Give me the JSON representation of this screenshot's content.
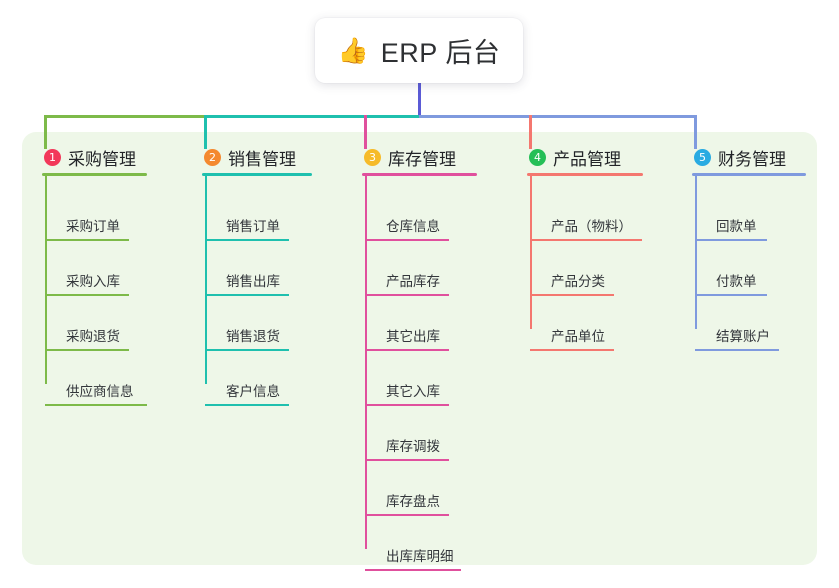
{
  "root": {
    "icon": "thumbs-up-icon",
    "icon_glyph": "👍",
    "title": "ERP 后台"
  },
  "theme": {
    "page_background": "#ffffff",
    "panel_background": "#eef7e8",
    "root_connector_color": "#5b5bd6",
    "text_color": "#33363b"
  },
  "columns": [
    {
      "number": "1",
      "title": "采购管理",
      "badge_color": "#f2385a",
      "line_color": "#7dba49",
      "items": [
        {
          "label": "采购订单",
          "rule_width": 84
        },
        {
          "label": "采购入库",
          "rule_width": 84
        },
        {
          "label": "采购退货",
          "rule_width": 84
        },
        {
          "label": "供应商信息",
          "rule_width": 102
        }
      ]
    },
    {
      "number": "2",
      "title": "销售管理",
      "badge_color": "#f4892f",
      "line_color": "#1fc0ae",
      "items": [
        {
          "label": "销售订单",
          "rule_width": 84
        },
        {
          "label": "销售出库",
          "rule_width": 84
        },
        {
          "label": "销售退货",
          "rule_width": 84
        },
        {
          "label": "客户信息",
          "rule_width": 84
        }
      ]
    },
    {
      "number": "3",
      "title": "库存管理",
      "badge_color": "#f6bb2a",
      "line_color": "#e0509d",
      "items": [
        {
          "label": "仓库信息",
          "rule_width": 84
        },
        {
          "label": "产品库存",
          "rule_width": 84
        },
        {
          "label": "其它出库",
          "rule_width": 84
        },
        {
          "label": "其它入库",
          "rule_width": 84
        },
        {
          "label": "库存调拨",
          "rule_width": 84
        },
        {
          "label": "库存盘点",
          "rule_width": 84
        },
        {
          "label": "出库库明细",
          "rule_width": 96
        }
      ]
    },
    {
      "number": "4",
      "title": "产品管理",
      "badge_color": "#25bf57",
      "line_color": "#f4776f",
      "items": [
        {
          "label": "产品（物料）",
          "rule_width": 112
        },
        {
          "label": "产品分类",
          "rule_width": 84
        },
        {
          "label": "产品单位",
          "rule_width": 84
        }
      ]
    },
    {
      "number": "5",
      "title": "财务管理",
      "badge_color": "#29abe2",
      "line_color": "#7f9ade",
      "items": [
        {
          "label": "回款单",
          "rule_width": 72
        },
        {
          "label": "付款单",
          "rule_width": 72
        },
        {
          "label": "结算账户",
          "rule_width": 84
        }
      ]
    }
  ]
}
